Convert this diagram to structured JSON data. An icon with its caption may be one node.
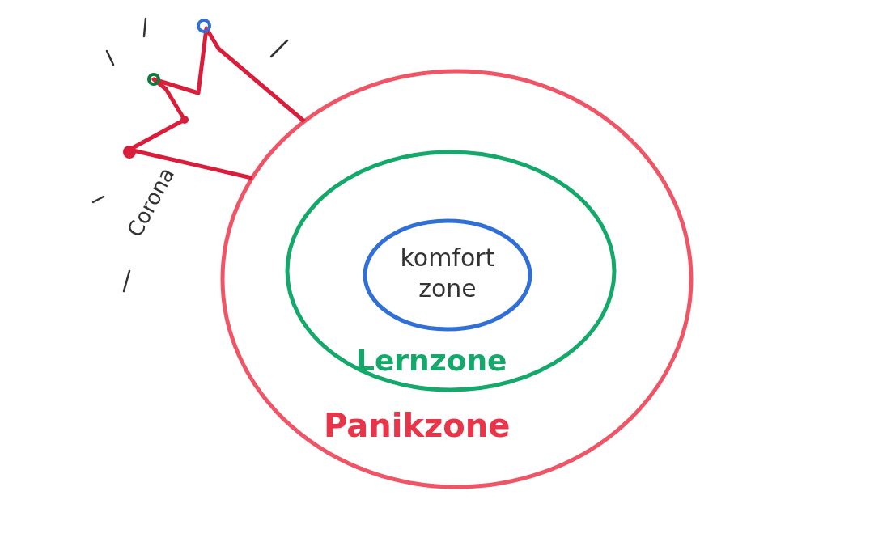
{
  "diagram": {
    "nodes": [
      {
        "text": [
          "Panikzone"
        ]
      },
      {
        "text": [
          "Lernzone"
        ],
        "in": 0
      },
      {
        "text": [
          "komfort zone"
        ],
        "in": 1
      },
      {
        "text": [
          "Corona"
        ]
      }
    ]
  }
}
